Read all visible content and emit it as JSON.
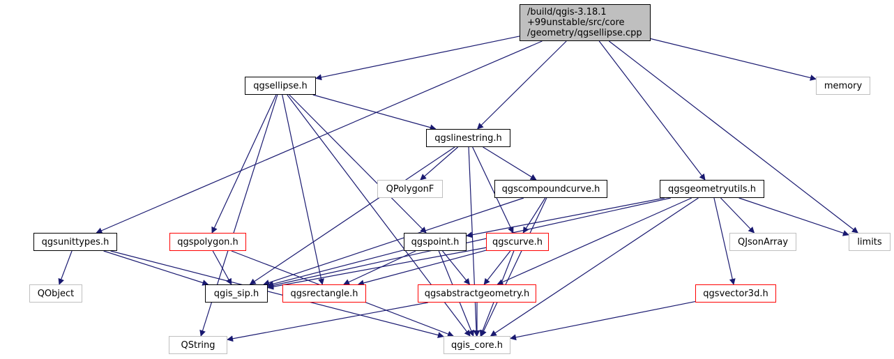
{
  "colors": {
    "edge": "#191970",
    "root_fill": "#bfbfbf",
    "node_border": "#000000",
    "external_border": "#bfbfbf",
    "more_border": "#ff0000"
  },
  "root": {
    "lines": [
      "/build/qgis-3.18.1",
      "+99unstable/src/core",
      "/geometry/qgsellipse.cpp"
    ]
  },
  "nodes": {
    "qgsellipse_h": "qgsellipse.h",
    "memory": "memory",
    "qgslinestring_h": "qgslinestring.h",
    "QPolygonF": "QPolygonF",
    "qgscompoundcurve_h": "qgscompoundcurve.h",
    "qgsgeometryutils_h": "qgsgeometryutils.h",
    "qgsunittypes_h": "qgsunittypes.h",
    "qgspolygon_h": "qgspolygon.h",
    "qgspoint_h": "qgspoint.h",
    "qgscurve_h": "qgscurve.h",
    "QJsonArray": "QJsonArray",
    "limits": "limits",
    "QObject": "QObject",
    "qgis_sip_h": "qgis_sip.h",
    "qgsrectangle_h": "qgsrectangle.h",
    "qgsabstractgeometry_h": "qgsabstractgeometry.h",
    "qgsvector3d_h": "qgsvector3d.h",
    "QString": "QString",
    "qgis_core_h": "qgis_core.h"
  },
  "edges": [
    [
      "root",
      "qgsellipse_h"
    ],
    [
      "root",
      "qgslinestring_h"
    ],
    [
      "root",
      "qgsgeometryutils_h"
    ],
    [
      "root",
      "memory"
    ],
    [
      "root",
      "limits"
    ],
    [
      "root",
      "qgsunittypes_h"
    ],
    [
      "qgsellipse_h",
      "qgslinestring_h"
    ],
    [
      "qgsellipse_h",
      "QString"
    ],
    [
      "qgsellipse_h",
      "qgis_core_h"
    ],
    [
      "qgsellipse_h",
      "qgspolygon_h"
    ],
    [
      "qgsellipse_h",
      "qgsrectangle_h"
    ],
    [
      "qgsellipse_h",
      "qgspoint_h"
    ],
    [
      "qgslinestring_h",
      "QPolygonF"
    ],
    [
      "qgslinestring_h",
      "qgscompoundcurve_h"
    ],
    [
      "qgslinestring_h",
      "qgscurve_h"
    ],
    [
      "qgslinestring_h",
      "qgis_sip_h"
    ],
    [
      "qgslinestring_h",
      "qgis_core_h"
    ],
    [
      "qgscompoundcurve_h",
      "qgscurve_h"
    ],
    [
      "qgscompoundcurve_h",
      "qgis_sip_h"
    ],
    [
      "qgscompoundcurve_h",
      "qgis_core_h"
    ],
    [
      "qgsgeometryutils_h",
      "qgspoint_h"
    ],
    [
      "qgsgeometryutils_h",
      "QJsonArray"
    ],
    [
      "qgsgeometryutils_h",
      "limits"
    ],
    [
      "qgsgeometryutils_h",
      "qgsvector3d_h"
    ],
    [
      "qgsgeometryutils_h",
      "qgis_core_h"
    ],
    [
      "qgsgeometryutils_h",
      "qgsabstractgeometry_h"
    ],
    [
      "qgsgeometryutils_h",
      "qgis_sip_h"
    ],
    [
      "qgsunittypes_h",
      "QObject"
    ],
    [
      "qgsunittypes_h",
      "qgis_sip_h"
    ],
    [
      "qgsunittypes_h",
      "qgis_core_h"
    ],
    [
      "qgspolygon_h",
      "qgis_sip_h"
    ],
    [
      "qgspolygon_h",
      "qgis_core_h"
    ],
    [
      "qgspoint_h",
      "qgis_sip_h"
    ],
    [
      "qgspoint_h",
      "qgsrectangle_h"
    ],
    [
      "qgspoint_h",
      "qgsabstractgeometry_h"
    ],
    [
      "qgspoint_h",
      "qgis_core_h"
    ],
    [
      "qgscurve_h",
      "qgis_sip_h"
    ],
    [
      "qgscurve_h",
      "qgsrectangle_h"
    ],
    [
      "qgscurve_h",
      "qgsabstractgeometry_h"
    ],
    [
      "qgscurve_h",
      "qgis_core_h"
    ],
    [
      "qgsabstractgeometry_h",
      "QString"
    ],
    [
      "qgsabstractgeometry_h",
      "qgis_core_h"
    ],
    [
      "qgsvector3d_h",
      "qgis_core_h"
    ]
  ]
}
